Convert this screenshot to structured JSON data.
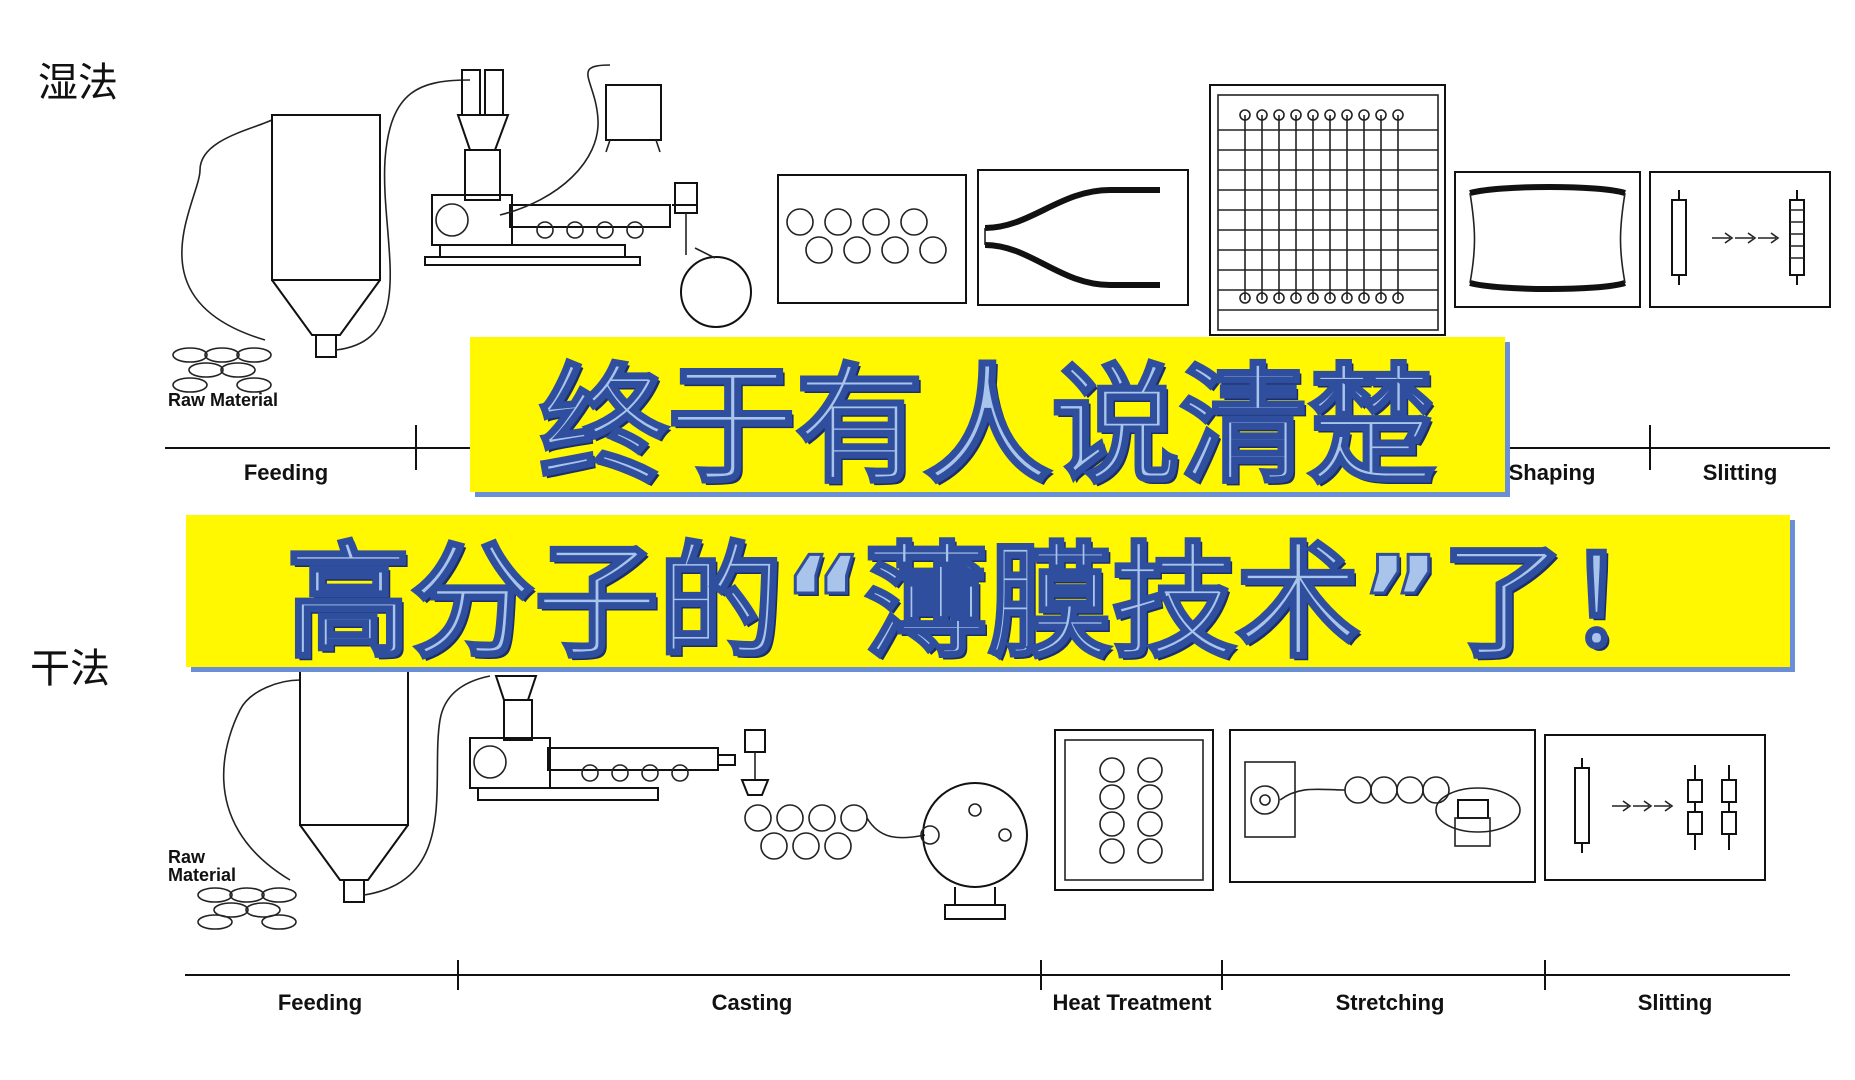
{
  "labels": {
    "wet": "湿法",
    "dry": "干法"
  },
  "banner": {
    "line1": "终于有人说清楚",
    "line2": "高分子的“薄膜技术”了！"
  },
  "wet_process": {
    "raw_material": "Raw Material",
    "stages": [
      "Feeding",
      "Shaping",
      "Slitting"
    ]
  },
  "dry_process": {
    "raw_material_line1": "Raw",
    "raw_material_line2": "Material",
    "stages": [
      "Feeding",
      "Casting",
      "Heat Treatment",
      "Stretching",
      "Slitting"
    ]
  }
}
